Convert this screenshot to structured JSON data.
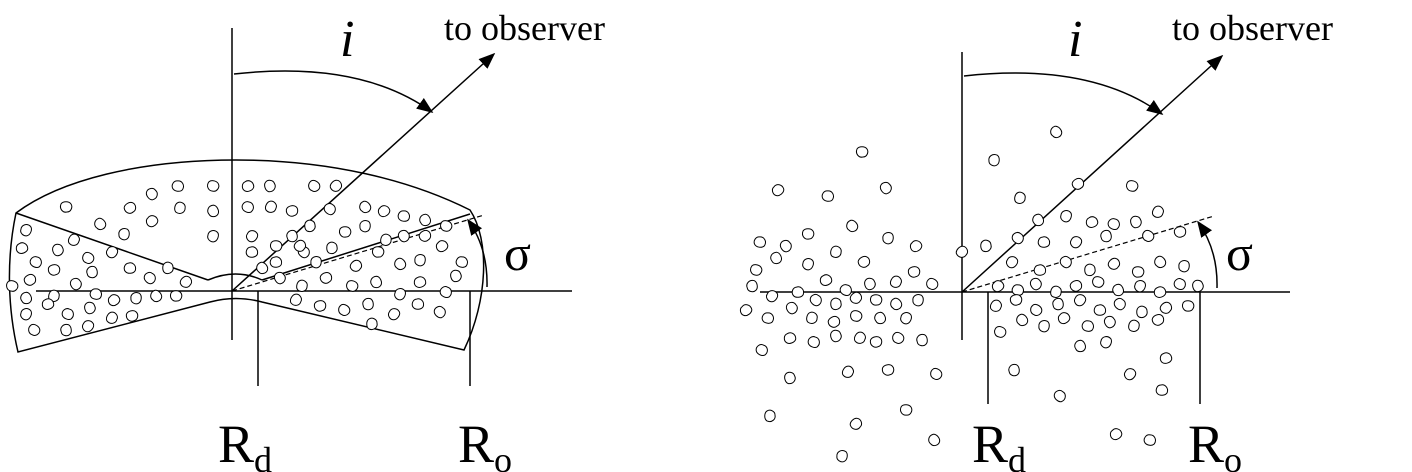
{
  "panels": [
    {
      "id": "torus",
      "incl_label": "i",
      "observer_label": "to observer",
      "angle_label": "σ",
      "rd_main": "R",
      "rd_sub": "d",
      "ro_main": "R",
      "ro_sub": "o"
    },
    {
      "id": "clumpy",
      "incl_label": "i",
      "observer_label": "to observer",
      "angle_label": "σ",
      "rd_main": "R",
      "rd_sub": "d",
      "ro_main": "R",
      "ro_sub": "o"
    }
  ]
}
